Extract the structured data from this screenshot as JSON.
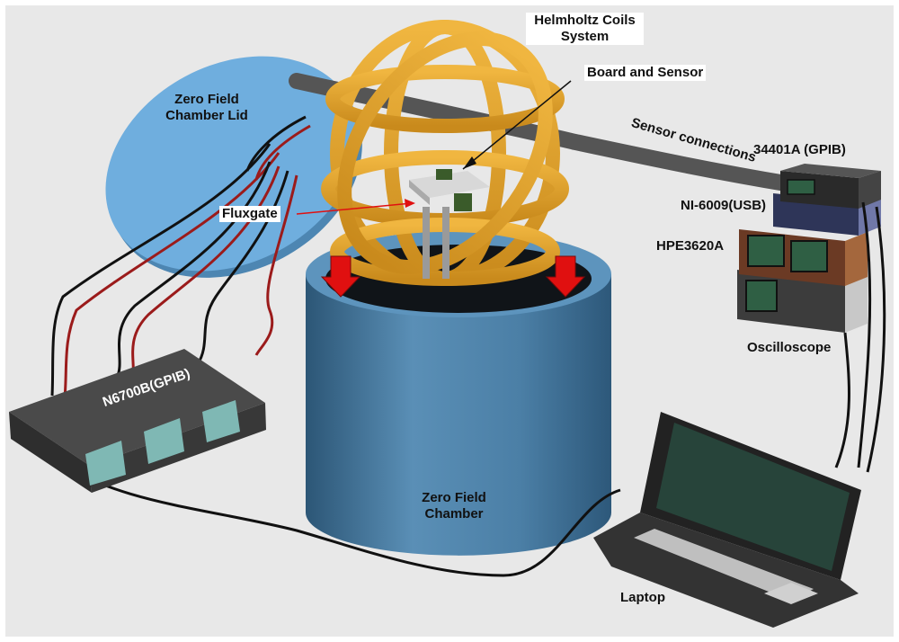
{
  "labels": {
    "helmholtz_line1": "Helmholtz Coils",
    "helmholtz_line2": "System",
    "board_sensor": "Board and Sensor",
    "lid_line1": "Zero Field",
    "lid_line2": "Chamber Lid",
    "fluxgate": "Fluxgate",
    "sensor_connections": "Sensor connections",
    "dmm": "34401A (GPIB)",
    "daq": "NI-6009(USB)",
    "psu": "HPE3620A",
    "oscilloscope": "Oscilloscope",
    "n6700b": "N6700B(GPIB)",
    "chamber_line1": "Zero Field",
    "chamber_line2": "Chamber",
    "laptop": "Laptop"
  },
  "colors": {
    "background": "#e8e8e8",
    "chamber": "#4a7fa6",
    "chamber_lid": "#6faede",
    "coils": "#e0a12a",
    "arrow_red": "#e01010",
    "equipment_dark": "#3a3a3a",
    "screen_teal": "#7fb8b4"
  }
}
